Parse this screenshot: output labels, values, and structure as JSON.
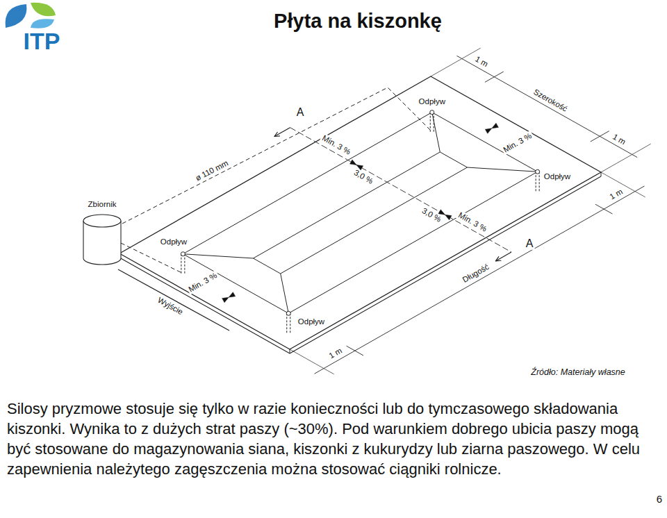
{
  "diagram": {
    "title": "Płyta na kiszonkę",
    "caption": "Silosy pryzmowe stosuje się tylko w razie konieczności lub do tymczasowego składowania kiszonki. Wynika to z dużych strat paszy (~30%). Pod warunkiem dobrego ubicia paszy mogą być stosowane do magazynowania siana, kiszonki z kukurydzy lub ziarna paszowego. W celu zapewnienia należytego zagęszczenia można stosować ciągniki rolnicze.",
    "labels": [
      "ITP",
      "1 m",
      "Szerokość",
      "1 m",
      "Odpływ",
      "A",
      "Min. 3 %",
      "Odpływ",
      "1 m",
      "ø 110 mm",
      "Min. 3 %",
      "3,0 %",
      "Zbiornik",
      "3,0 %",
      "Min. 3 %",
      "A",
      "Odpływ",
      "Min. 3 %",
      "Wyjście",
      "Odpływ",
      "Długość",
      "1 m",
      "Źródło: Materiały własne",
      "6"
    ]
  }
}
